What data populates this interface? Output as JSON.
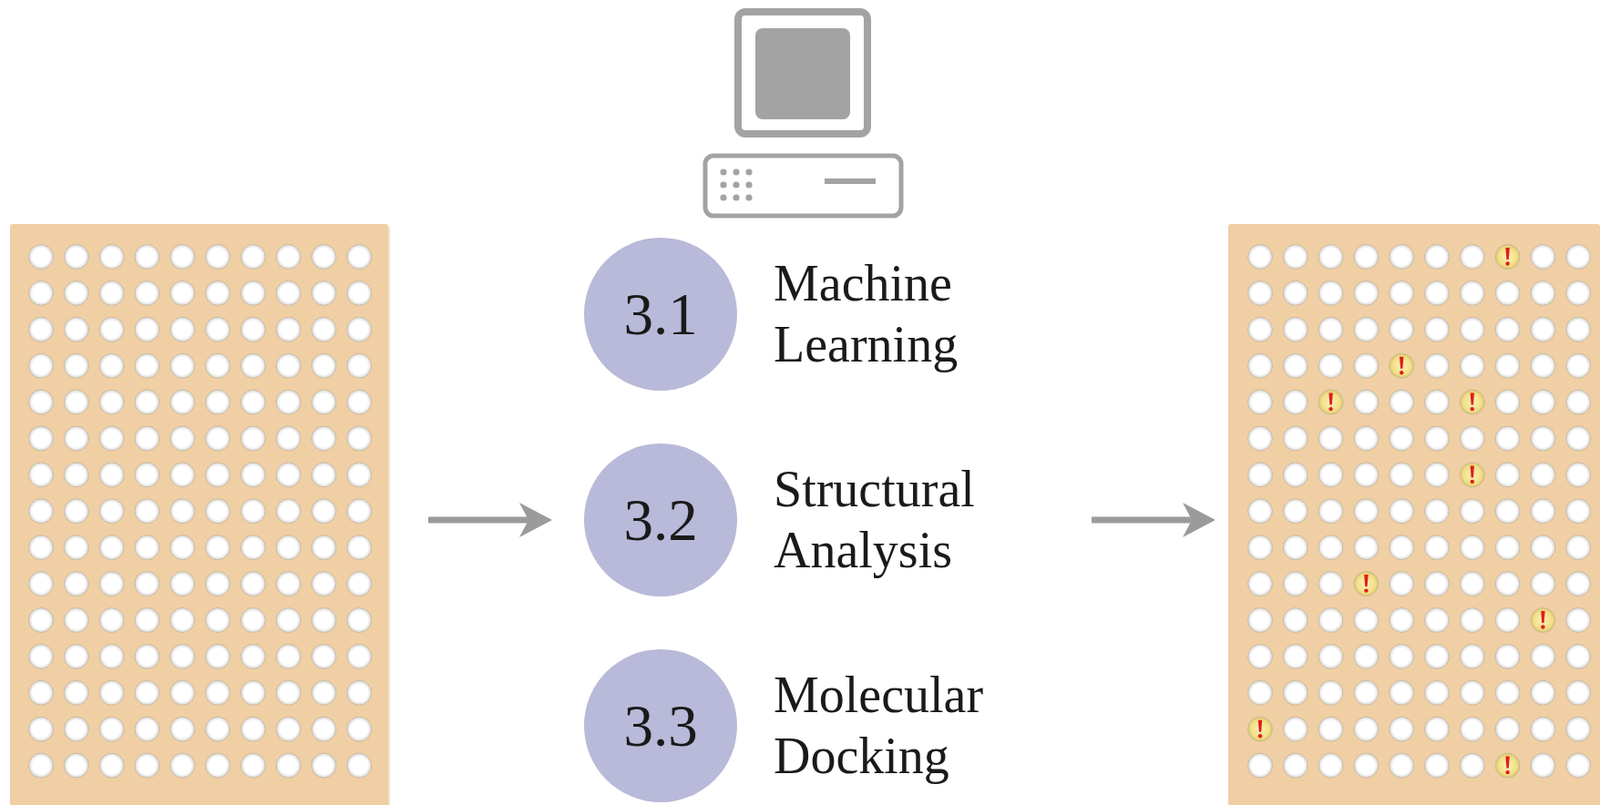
{
  "diagram": {
    "nodes": [
      {
        "text": [
          "3.1",
          "Machine Learning"
        ]
      },
      {
        "text": [
          "3.2",
          "Structural Analysis"
        ]
      },
      {
        "text": [
          "3.3",
          "Molecular Docking"
        ]
      }
    ]
  }
}
